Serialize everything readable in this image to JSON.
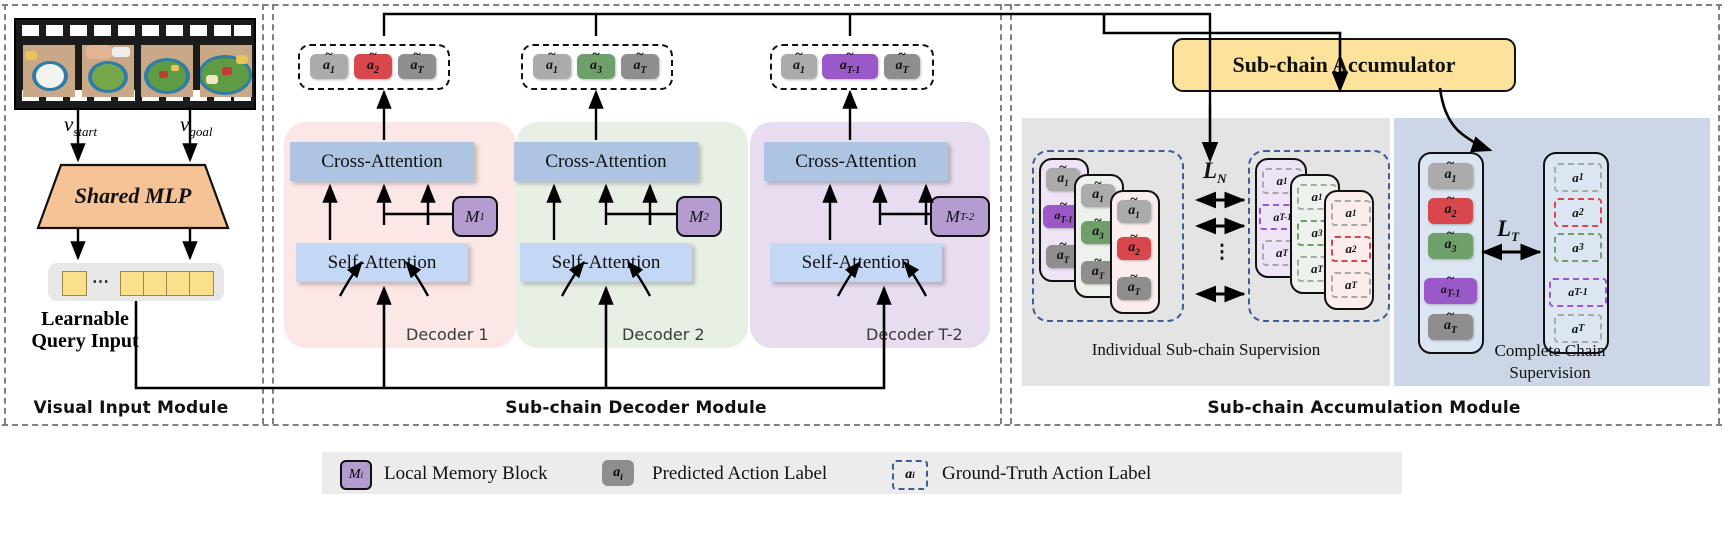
{
  "modules": [
    {
      "id": "visual",
      "title": "Visual Input Module"
    },
    {
      "id": "decoder",
      "title": "Sub-chain Decoder Module"
    },
    {
      "id": "accum",
      "title": "Sub-chain Accumulation Module"
    }
  ],
  "visual_input": {
    "video_label": "video-filmstrip",
    "frames": [
      "empty-plate",
      "hand-adding-greens",
      "tossed-salad",
      "finished-salad"
    ],
    "arrow_labels": {
      "start": "v_start",
      "goal": "v_goal",
      "start_text": "v",
      "start_sub": "start",
      "goal_text": "v",
      "goal_sub": "goal"
    },
    "mlp_label": "Shared MLP",
    "query_caption_line1": "Learnable",
    "query_caption_line2": "Query Input",
    "query_cells": 5,
    "query_dots": "⋯"
  },
  "decoders": [
    {
      "name": "Decoder 1",
      "panel_color": "#FAE7E6",
      "memory": {
        "base": "M",
        "sub": "1"
      },
      "cross_label": "Cross-Attention",
      "self_label": "Self-Attention",
      "chips": [
        {
          "base": "a",
          "sub": "1",
          "color": "#ABABAB"
        },
        {
          "base": "a",
          "sub": "2",
          "color": "#D7474C"
        },
        {
          "base": "a",
          "sub": "T",
          "color": "#8E8E8E"
        }
      ]
    },
    {
      "name": "Decoder 2",
      "panel_color": "#E8F0E6",
      "memory": {
        "base": "M",
        "sub": "2"
      },
      "cross_label": "Cross-Attention",
      "self_label": "Self-Attention",
      "chips": [
        {
          "base": "a",
          "sub": "1",
          "color": "#ABABAB"
        },
        {
          "base": "a",
          "sub": "3",
          "color": "#6FA06B"
        },
        {
          "base": "a",
          "sub": "T",
          "color": "#8E8E8E"
        }
      ]
    },
    {
      "name": "Decoder T-2",
      "panel_color": "#E8DCF0",
      "memory": {
        "base": "M",
        "sub": "T-2"
      },
      "cross_label": "Cross-Attention",
      "self_label": "Self-Attention",
      "chips": [
        {
          "base": "a",
          "sub": "1",
          "color": "#ABABAB"
        },
        {
          "base": "a",
          "sub": "T-1",
          "color": "#9B58C9"
        },
        {
          "base": "a",
          "sub": "T",
          "color": "#8E8E8E"
        }
      ]
    }
  ],
  "decoder_ellipsis": "⋯",
  "accumulation": {
    "accumulator_label": "Sub-chain Accumulator",
    "individual_caption": "Individual Sub-chain Supervision",
    "complete_caption_line1": "Complete Chain",
    "complete_caption_line2": "Supervision",
    "loss_individual": {
      "base": "L",
      "sub": "N"
    },
    "loss_complete": {
      "base": "L",
      "sub": "T"
    },
    "vertical_dots": "⋮",
    "pred_stacks": [
      {
        "tint": "#EFE3F6",
        "items": [
          {
            "base": "a",
            "sub": "1",
            "color": "#ABABAB"
          },
          {
            "base": "a",
            "sub": "T-1",
            "color": "#9B58C9"
          },
          {
            "base": "a",
            "sub": "T",
            "color": "#8E8E8E"
          }
        ]
      },
      {
        "tint": "#EDF3EC",
        "items": [
          {
            "base": "a",
            "sub": "1",
            "color": "#ABABAB"
          },
          {
            "base": "a",
            "sub": "3",
            "color": "#6FA06B"
          },
          {
            "base": "a",
            "sub": "T",
            "color": "#8E8E8E"
          }
        ]
      },
      {
        "tint": "#FBEDEC",
        "items": [
          {
            "base": "a",
            "sub": "1",
            "color": "#ABABAB"
          },
          {
            "base": "a",
            "sub": "2",
            "color": "#D7474C"
          },
          {
            "base": "a",
            "sub": "T",
            "color": "#8E8E8E"
          }
        ]
      }
    ],
    "gt_stacks": [
      {
        "tint": "#EFE3F6",
        "items": [
          {
            "base": "a",
            "sub": "1",
            "color": "#A0A0A0"
          },
          {
            "base": "a",
            "sub": "T-1",
            "color": "#9B58C9"
          },
          {
            "base": "a",
            "sub": "T",
            "color": "#A0A0A0"
          }
        ]
      },
      {
        "tint": "#EDF3EC",
        "items": [
          {
            "base": "a",
            "sub": "1",
            "color": "#A0A0A0"
          },
          {
            "base": "a",
            "sub": "3",
            "color": "#6FA06B"
          },
          {
            "base": "a",
            "sub": "T",
            "color": "#A0A0A0"
          }
        ]
      },
      {
        "tint": "#FBEDEC",
        "items": [
          {
            "base": "a",
            "sub": "1",
            "color": "#A0A0A0"
          },
          {
            "base": "a",
            "sub": "2",
            "color": "#D7474C"
          },
          {
            "base": "a",
            "sub": "T",
            "color": "#A0A0A0"
          }
        ]
      }
    ],
    "complete_pred": [
      {
        "base": "a",
        "sub": "1",
        "color": "#ABABAB"
      },
      {
        "base": "a",
        "sub": "2",
        "color": "#D7474C"
      },
      {
        "base": "a",
        "sub": "3",
        "color": "#6FA06B"
      },
      {
        "base": "a",
        "sub": "T-1",
        "color": "#9B58C9"
      },
      {
        "base": "a",
        "sub": "T",
        "color": "#8E8E8E"
      }
    ],
    "complete_gt": [
      {
        "base": "a",
        "sub": "1",
        "color": "#A0A0A0"
      },
      {
        "base": "a",
        "sub": "2",
        "color": "#D7474C"
      },
      {
        "base": "a",
        "sub": "3",
        "color": "#6FA06B"
      },
      {
        "base": "a",
        "sub": "T-1",
        "color": "#9B58C9"
      },
      {
        "base": "a",
        "sub": "T",
        "color": "#A0A0A0"
      }
    ]
  },
  "legend": [
    {
      "key": "memory",
      "symbol_base": "M",
      "symbol_sub": "i",
      "label": "Local Memory Block",
      "style": "memory"
    },
    {
      "key": "predicted",
      "symbol_base": "a",
      "symbol_sub": "i",
      "label": "Predicted Action Label",
      "style": "predicted"
    },
    {
      "key": "groundtruth",
      "symbol_base": "a",
      "symbol_sub": "i",
      "label": "Ground-Truth Action Label",
      "style": "groundtruth"
    }
  ],
  "colors": {
    "mlp": "#F5C396",
    "memory": "#B49BD0",
    "accumulator": "#FCE29A",
    "cross_attention": "#AEC4E3",
    "self_attention": "#C4D8F5",
    "query_cell": "#FBE08C",
    "dash_blue": "#3E5C96",
    "gray_zone": "#E4E4E4",
    "blue_zone": "#CCD6E6"
  }
}
